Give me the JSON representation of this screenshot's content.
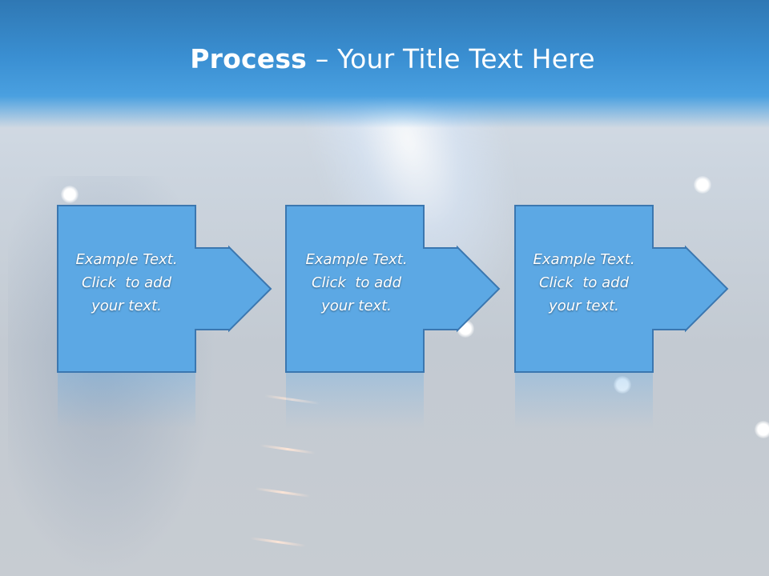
{
  "slide": {
    "title_bold": "Process",
    "title_rest": " – Your Title Text Here"
  },
  "steps": [
    {
      "line1": "Example Text.",
      "line2": "Click  to add",
      "line3": "your text."
    },
    {
      "line1": "Example Text.",
      "line2": "Click  to add",
      "line3": "your text."
    },
    {
      "line1": "Example Text.",
      "line2": "Click  to add",
      "line3": "your text."
    }
  ],
  "colors": {
    "box_fill": "#5ca8e4",
    "box_stroke": "#3b77b0",
    "header": "#3a8fd2"
  }
}
